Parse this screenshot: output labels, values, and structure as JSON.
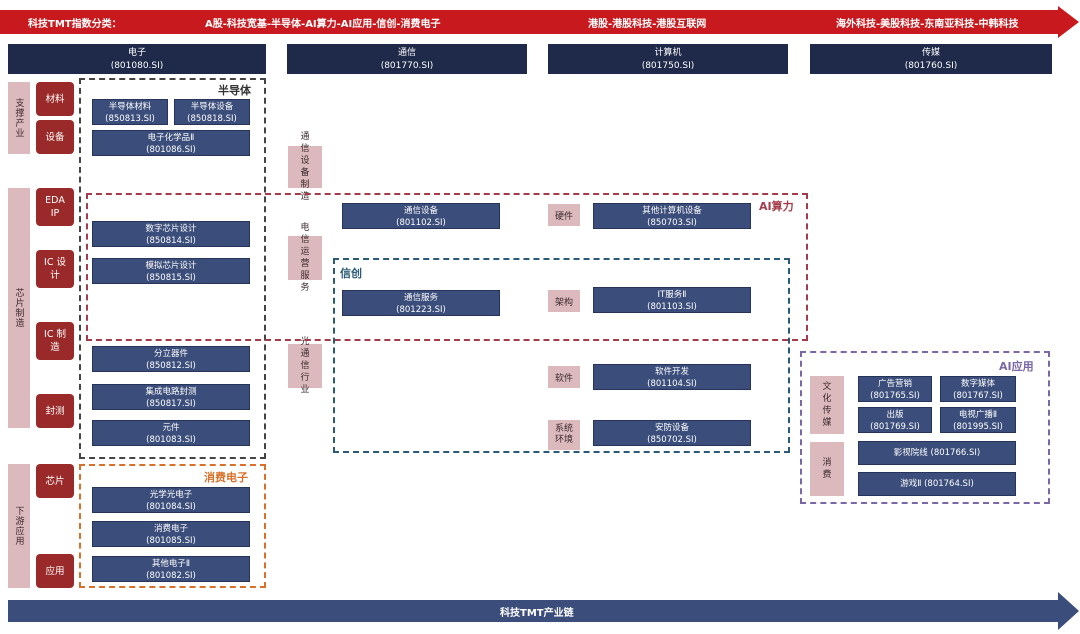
{
  "top_arrow": {
    "prefix": "科技TMT指数分类：",
    "a_shares": "A股-科技宽基-半导体-AI算力-AI应用-信创-消费电子",
    "hk": "港股-港股科技-港股互联网",
    "overseas": "海外科技-美股科技-东南亚科技-中韩科技"
  },
  "bottom_arrow": {
    "label": "科技TMT产业链"
  },
  "columns": [
    {
      "name": "电子",
      "code": "(801080.SI)"
    },
    {
      "name": "通信",
      "code": "(801770.SI)"
    },
    {
      "name": "计算机",
      "code": "(801750.SI)"
    },
    {
      "name": "传媒",
      "code": "(801760.SI)"
    }
  ],
  "left_groups": {
    "support": "支撑产业",
    "chip": "芯片制造",
    "downstream": "下游应用"
  },
  "electronics_cats": {
    "material": "材料",
    "equipment": "设备",
    "eda": "EDA IP",
    "ic_design": "IC 设计",
    "ic_mfg": "IC 制造",
    "packaging": "封测",
    "chip": "芯片",
    "application": "应用"
  },
  "electronics_items": {
    "semi_material": {
      "name": "半导体材料",
      "code": "(850813.SI)"
    },
    "semi_equipment": {
      "name": "半导体设备",
      "code": "(850818.SI)"
    },
    "elec_chem": {
      "name": "电子化学品Ⅱ",
      "code": "(801086.SI)"
    },
    "digital_chip": {
      "name": "数字芯片设计",
      "code": "(850814.SI)"
    },
    "analog_chip": {
      "name": "模拟芯片设计",
      "code": "(850815.SI)"
    },
    "discrete": {
      "name": "分立器件",
      "code": "(850812.SI)"
    },
    "ic_packaging": {
      "name": "集成电路封测",
      "code": "(850817.SI)"
    },
    "components": {
      "name": "元件",
      "code": "(801083.SI)"
    },
    "optoelectronics": {
      "name": "光学光电子",
      "code": "(801084.SI)"
    },
    "consumer_elec": {
      "name": "消费电子",
      "code": "(801085.SI)"
    },
    "other_elec": {
      "name": "其他电子Ⅱ",
      "code": "(801082.SI)"
    }
  },
  "telecom_cats": {
    "equipment_mfg": "通信设备制造",
    "operators": "电信运营服务",
    "optical": "光通信行业"
  },
  "telecom_items": {
    "telecom_equipment": {
      "name": "通信设备",
      "code": "(801102.SI)"
    },
    "telecom_service": {
      "name": "通信服务",
      "code": "(801223.SI)"
    }
  },
  "computer_cats": {
    "hardware": "硬件",
    "architecture": "架构",
    "software": "软件",
    "system": "系统环境"
  },
  "computer_items": {
    "other_computer": {
      "name": "其他计算机设备",
      "code": "(850703.SI)"
    },
    "it_service": {
      "name": "IT服务Ⅱ",
      "code": "(801103.SI)"
    },
    "software_dev": {
      "name": "软件开发",
      "code": "(801104.SI)"
    },
    "security": {
      "name": "安防设备",
      "code": "(850702.SI)"
    }
  },
  "media_cats": {
    "culture": "文化传媒",
    "consumption": "消费"
  },
  "media_items": {
    "advertising": {
      "name": "广告营销",
      "code": "(801765.SI)"
    },
    "digital_media": {
      "name": "数字媒体",
      "code": "(801767.SI)"
    },
    "publishing": {
      "name": "出版",
      "code": "(801769.SI)"
    },
    "tv_radio": {
      "name": "电视广播Ⅱ",
      "code": "(801995.SI)"
    },
    "cinema": {
      "name": "影视院线 (801766.SI)"
    },
    "games": {
      "name": "游戏Ⅱ (801764.SI)"
    }
  },
  "theme_labels": {
    "semiconductor": "半导体",
    "ai_compute": "AI算力",
    "xinchuang": "信创",
    "consumer_electronics": "消费电子",
    "ai_application": "AI应用"
  },
  "colors": {
    "navy": "#1f2a4a",
    "item_blue": "#3b4d7a",
    "category_red": "#9a2a2a",
    "category_pink": "#dcb9bd",
    "arrow_red": "#c8191e",
    "arrow_navy": "#3b4d7a",
    "ai_compute_dash": "#a33b48",
    "xinchuang_dash": "#2a5a78",
    "consumer_dash": "#d9702a",
    "ai_app_dash": "#7a68a6",
    "semi_dash": "#444444"
  }
}
